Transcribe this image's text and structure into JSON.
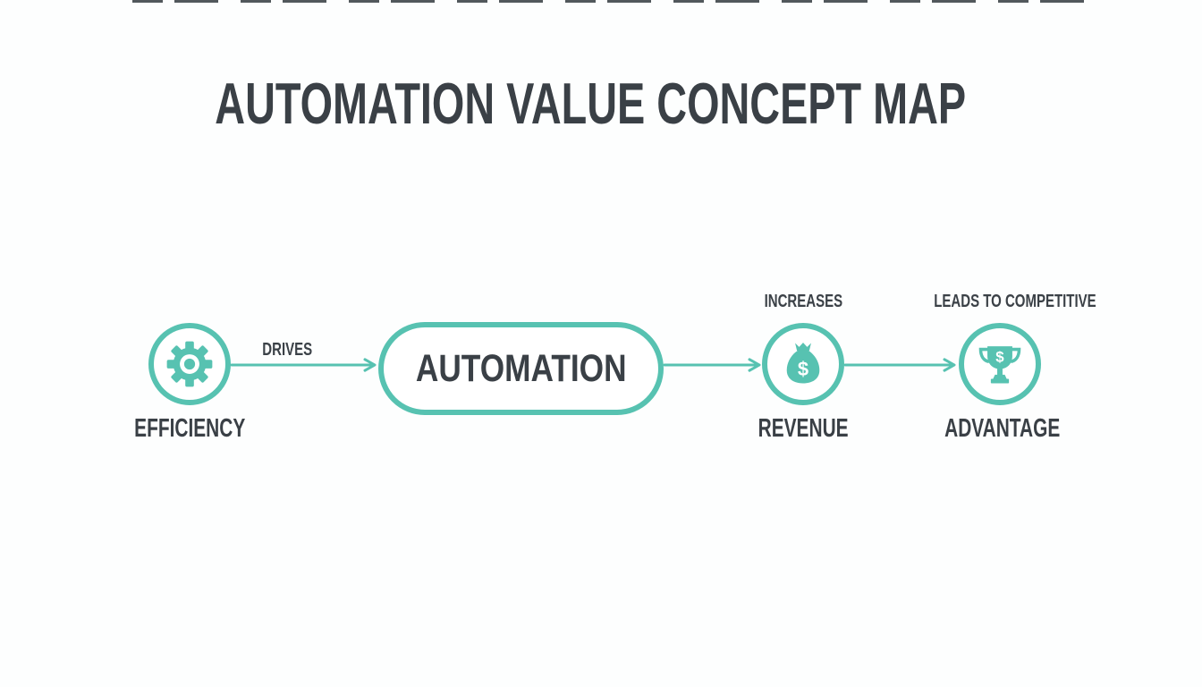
{
  "title": "AUTOMATION VALUE CONCEPT MAP",
  "colors": {
    "accent_teal": "#57c2b1",
    "text_dark": "#3a4046",
    "background": "#fdfefe"
  },
  "icons": {
    "dollar": "$"
  },
  "diagram": {
    "nodes": {
      "efficiency": {
        "label": "EFFICIENCY",
        "icon": "gear-icon",
        "shape": "circle"
      },
      "automation": {
        "label": "AUTOMATION",
        "shape": "rounded-rect"
      },
      "revenue": {
        "label": "REVENUE",
        "icon": "money-bag-icon",
        "shape": "circle"
      },
      "advantage": {
        "label": "ADVANTAGE",
        "icon": "trophy-icon",
        "shape": "circle"
      }
    },
    "edges": [
      {
        "from": "EFFICIENCY",
        "to": "AUTOMATION",
        "label": "DRIVES"
      },
      {
        "from": "AUTOMATION",
        "to": "REVENUE",
        "label": "INCREASES"
      },
      {
        "from": "REVENUE",
        "to": "ADVANTAGE",
        "label": "LEADS TO COMPETITIVE"
      }
    ]
  }
}
